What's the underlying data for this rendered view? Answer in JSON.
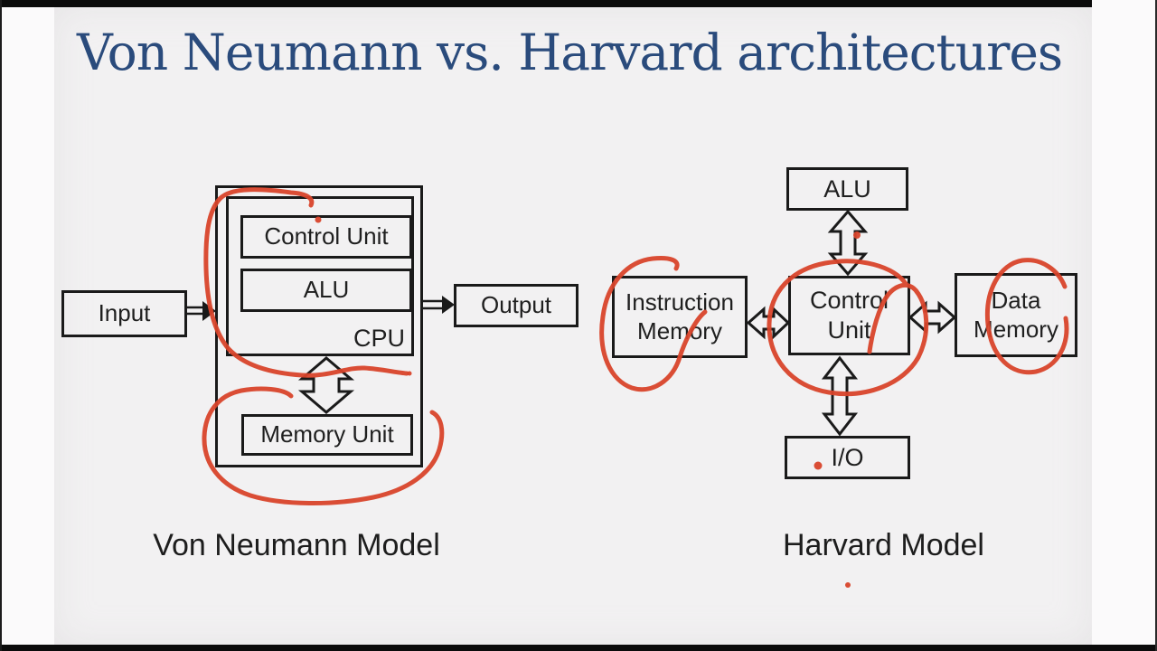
{
  "title": "Von Neumann vs. Harvard architectures",
  "von_neumann": {
    "caption": "Von Neumann Model",
    "boxes": {
      "input": "Input",
      "output": "Output",
      "cpu": "CPU",
      "control_unit": "Control Unit",
      "alu": "ALU",
      "memory_unit": "Memory Unit"
    }
  },
  "harvard": {
    "caption": "Harvard Model",
    "boxes": {
      "alu": "ALU",
      "instruction_memory": "Instruction Memory",
      "control_unit": "Control Unit",
      "data_memory": "Data Memory",
      "io": "I/O"
    }
  },
  "colors": {
    "title_text": "#2a4b7c",
    "annotation_red": "#d8432a",
    "diagram_line": "#1a1a1a",
    "slide_background": "#f2f1f2",
    "letterbox_black": "#0b0b0b"
  },
  "annotations": {
    "marks": [
      "freehand-swoosh-circling-cpu",
      "freehand-circle-around-memory-unit",
      "freehand-circle-around-instruction-memory",
      "freehand-circle-around-control-unit",
      "freehand-circle-around-data-memory",
      "red-dot-above-control-unit",
      "red-dot-beside-alu-arrow",
      "red-dot-inside-io-box",
      "red-dot-below-harvard-caption"
    ]
  }
}
